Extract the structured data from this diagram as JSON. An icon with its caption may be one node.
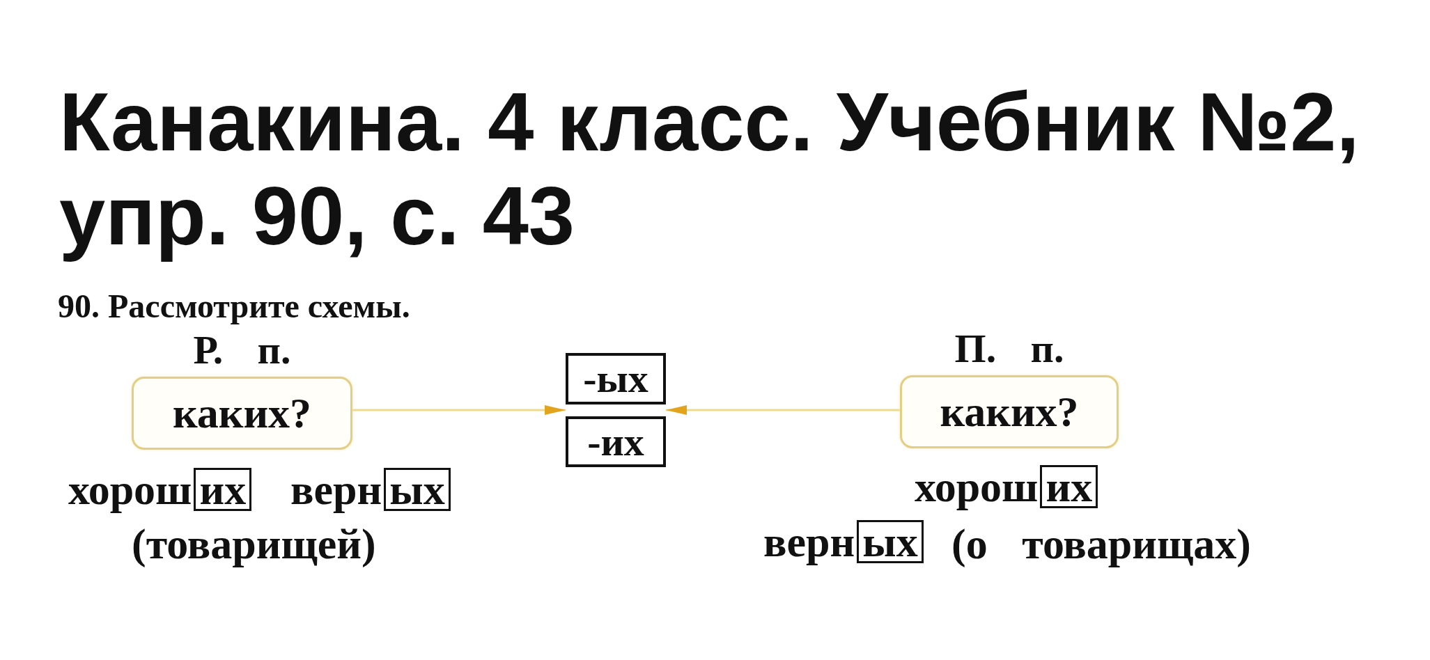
{
  "diagram": {
    "title": "Канакина. 4 класс. Учебник №2, упр. 90, с. 43",
    "nodes": [
      {
        "text": [
          "Р. п.",
          "каких?"
        ]
      },
      {
        "text": [
          "-ых"
        ]
      },
      {
        "text": [
          "-их"
        ]
      },
      {
        "text": [
          "П. п.",
          "каких?"
        ]
      },
      {
        "text": [
          "их"
        ],
        "beside": [
          "хорош"
        ]
      },
      {
        "text": [
          "ых"
        ],
        "beside": [
          "верн"
        ]
      },
      {
        "text": [
          "их"
        ],
        "beside": [
          "хорош"
        ]
      },
      {
        "text": [
          "ых"
        ],
        "beside": [
          "верн"
        ]
      }
    ],
    "edges": [
      {
        "from": 0,
        "to": 1,
        "arrow": "to"
      },
      {
        "from": 0,
        "to": 2,
        "arrow": "to"
      },
      {
        "from": 3,
        "to": 1,
        "arrow": "to"
      },
      {
        "from": 3,
        "to": 2,
        "arrow": "to"
      }
    ],
    "labels": [
      "90. Рассмотрите схемы.",
      "(товарищей)",
      "(о товарищах)"
    ]
  }
}
